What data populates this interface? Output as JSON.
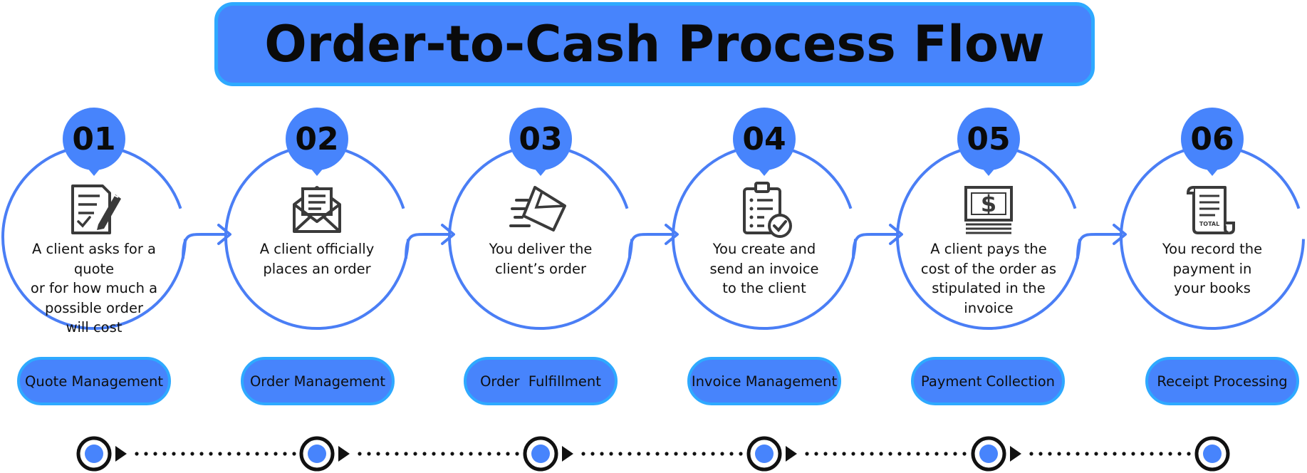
{
  "title": "Order-to-Cash Process Flow",
  "colors": {
    "accent": "#4784fc",
    "border": "#2ea9ff",
    "outline": "#4a7ef5",
    "icon": "#3a3a3a",
    "text": "#111111"
  },
  "steps": [
    {
      "number": "01",
      "icon": "document-pen-icon",
      "description": [
        "A client asks for a quote",
        "or for how much a",
        "possible order",
        "will cost"
      ],
      "label": "Quote Management"
    },
    {
      "number": "02",
      "icon": "open-envelope-icon",
      "description": [
        "A client officially",
        "places an order"
      ],
      "label": "Order Management"
    },
    {
      "number": "03",
      "icon": "fast-delivery-icon",
      "description": [
        "You deliver the",
        "client’s order"
      ],
      "label": "Order  Fulfillment"
    },
    {
      "number": "04",
      "icon": "clipboard-check-icon",
      "description": [
        "You create and",
        "send an invoice",
        "to the client"
      ],
      "label": "Invoice Management"
    },
    {
      "number": "05",
      "icon": "dollar-bill-icon",
      "description": [
        "A client pays the",
        "cost of the order as",
        "stipulated in the",
        "invoice"
      ],
      "label": "Payment Collection"
    },
    {
      "number": "06",
      "icon": "receipt-scroll-icon",
      "description": [
        "You record the",
        "payment in",
        "your books"
      ],
      "label": "Receipt Processing",
      "icon_text": "TOTAL"
    }
  ]
}
